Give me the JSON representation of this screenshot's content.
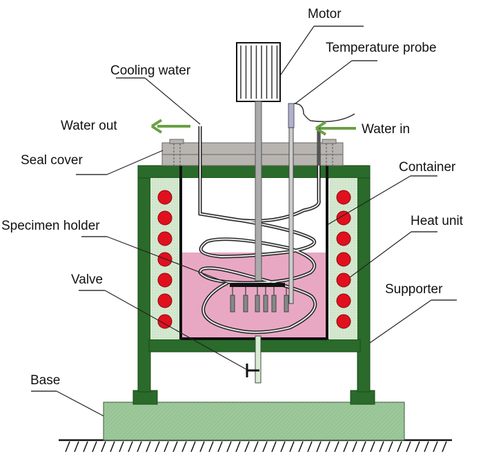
{
  "title": "Experimental apparatus schematic",
  "labels": {
    "motor": "Motor",
    "temperature_probe": "Temperature probe",
    "cooling_water": "Cooling water",
    "water_out": "Water out",
    "water_in": "Water in",
    "seal_cover": "Seal cover",
    "container": "Container",
    "specimen_holder": "Specimen holder",
    "heat_unit": "Heat unit",
    "valve": "Valve",
    "supporter": "Supporter",
    "base": "Base"
  },
  "colors": {
    "frame_green": "#2a6a2a",
    "insulation_green": "#d4e8cf",
    "heater_red": "#e0101e",
    "liquid_pink": "#e8a8c4",
    "seal_grey": "#b8b4b0",
    "base_green": "#9cc89a",
    "arrow_green": "#6aa043"
  },
  "heater_count_per_side": 7,
  "specimen_count": 6
}
